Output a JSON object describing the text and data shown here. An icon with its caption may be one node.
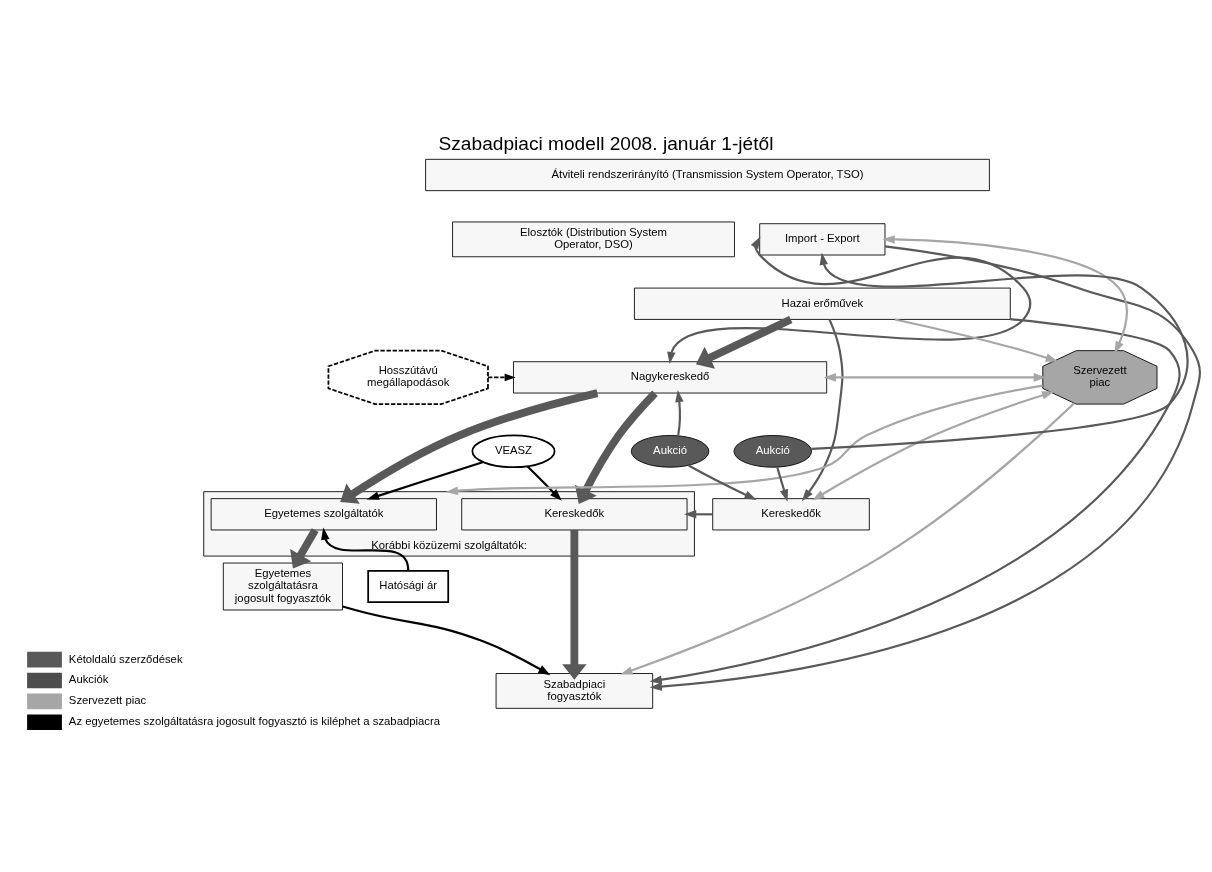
{
  "diagram": {
    "title": "Szabadpiaci modell 2008. január 1-jétől",
    "nodes": [
      {
        "text": [
          "Átviteli rendszerirányító (Transmission System Operator, TSO)"
        ]
      },
      {
        "text": [
          "Elosztók (Distribution System Operator, DSO)"
        ]
      },
      {
        "text": [
          "Import - Export"
        ]
      },
      {
        "text": [
          "Hazai erőművek"
        ]
      },
      {
        "text": [
          "Hosszútávú megállapodások"
        ]
      },
      {
        "text": [
          "Nagykereskedő"
        ]
      },
      {
        "text": [
          "VEASZ"
        ]
      },
      {
        "text": [
          "Szervezett piac"
        ]
      },
      {
        "text": [
          "Aukció"
        ]
      },
      {
        "text": [
          "Aukció"
        ]
      },
      {
        "text": [
          "Korábbi közüzemi szolgáltatók:"
        ]
      },
      {
        "text": [
          "Egyetemes szolgáltatók"
        ],
        "in": 10
      },
      {
        "text": [
          "Kereskedők"
        ],
        "in": 10
      },
      {
        "text": [
          "Kereskedők"
        ]
      },
      {
        "text": [
          "Hatósági ár"
        ]
      },
      {
        "text": [
          "Egyetemes szolgáltatásra jogosult fogyasztók"
        ]
      },
      {
        "text": [
          "Szabadpiaci fogyasztók"
        ]
      }
    ],
    "edges": [
      {
        "from": 3,
        "to": 5,
        "arrow": "to",
        "style": "thick"
      },
      {
        "from": 4,
        "to": 5,
        "arrow": "to",
        "style": "dashed",
        "color": "#000000"
      },
      {
        "from": 5,
        "to": 11,
        "arrow": "to",
        "style": "thick"
      },
      {
        "from": 5,
        "to": 12,
        "arrow": "to",
        "style": "thick"
      },
      {
        "from": 6,
        "to": 11,
        "arrow": "to",
        "color": "#000000"
      },
      {
        "from": 6,
        "to": 12,
        "arrow": "to",
        "color": "#000000"
      },
      {
        "from": 3,
        "to": 16,
        "arrow": "to"
      },
      {
        "from": 3,
        "to": 13,
        "arrow": "to"
      },
      {
        "from": 3,
        "to": 7,
        "arrow": "to",
        "color": "#a6a6a6"
      },
      {
        "from": 2,
        "to": 5,
        "arrow": "both"
      },
      {
        "from": 8,
        "to": 5,
        "arrow": "to"
      },
      {
        "from": 8,
        "to": 13,
        "arrow": "to"
      },
      {
        "from": 9,
        "to": 2,
        "arrow": "to"
      },
      {
        "from": 9,
        "to": 13,
        "arrow": "to"
      },
      {
        "from": 2,
        "to": 16,
        "arrow": "to"
      },
      {
        "from": 7,
        "to": 5,
        "arrow": "both",
        "color": "#a6a6a6"
      },
      {
        "from": 7,
        "to": 13,
        "arrow": "both",
        "color": "#a6a6a6"
      },
      {
        "from": 7,
        "to": 2,
        "arrow": "both",
        "color": "#a6a6a6"
      },
      {
        "from": 7,
        "to": 10,
        "arrow": "to",
        "color": "#a6a6a6"
      },
      {
        "from": 7,
        "to": 16,
        "arrow": "to",
        "color": "#a6a6a6"
      },
      {
        "from": 13,
        "to": 12,
        "arrow": "to"
      },
      {
        "from": 11,
        "to": 15,
        "arrow": "to",
        "style": "thick"
      },
      {
        "from": 14,
        "to": 11,
        "arrow": "to",
        "color": "#000000"
      },
      {
        "from": 12,
        "to": 16,
        "arrow": "to",
        "style": "thick"
      },
      {
        "from": 15,
        "to": 16,
        "arrow": "to",
        "color": "#000000"
      }
    ],
    "legend": [
      {
        "text": "Kétoldalú szerződések",
        "color": "#595959"
      },
      {
        "text": "Aukciók",
        "color": "#4d4d4d"
      },
      {
        "text": "Szervezett piac",
        "color": "#a6a6a6"
      },
      {
        "text": "Az egyetemes szolgáltatásra jogosult fogyasztó is kiléphet a szabadpiacra",
        "color": "#000000"
      }
    ]
  }
}
